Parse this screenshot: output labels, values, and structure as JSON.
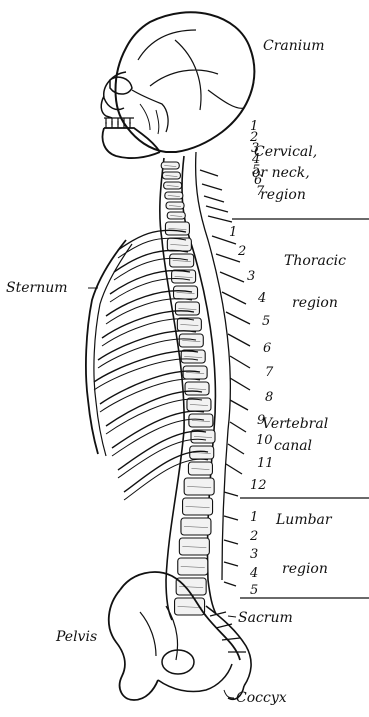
{
  "figure": {
    "background": "#ffffff",
    "ink_color": "#111111",
    "labels": {
      "cranium": "Cranium",
      "cervical_line1": "Cervical,",
      "cervical_line2": "or neck,",
      "cervical_line3": "region",
      "thoracic_line1": "Thoracic",
      "thoracic_line2": "region",
      "sternum": "Sternum",
      "vertebral_line1": "Vertebral",
      "vertebral_line2": "canal",
      "lumbar_line1": "Lumbar",
      "lumbar_line2": "region",
      "sacrum": "Sacrum",
      "pelvis": "Pelvis",
      "coccyx": "Coccyx"
    },
    "cervical_numbers": [
      "1",
      "2",
      "3",
      "4",
      "5",
      "6",
      "7"
    ],
    "thoracic_numbers": [
      "1",
      "2",
      "3",
      "4",
      "5",
      "6",
      "7",
      "8",
      "9",
      "10",
      "11",
      "12"
    ],
    "lumbar_numbers": [
      "1",
      "2",
      "3",
      "4",
      "5"
    ]
  }
}
